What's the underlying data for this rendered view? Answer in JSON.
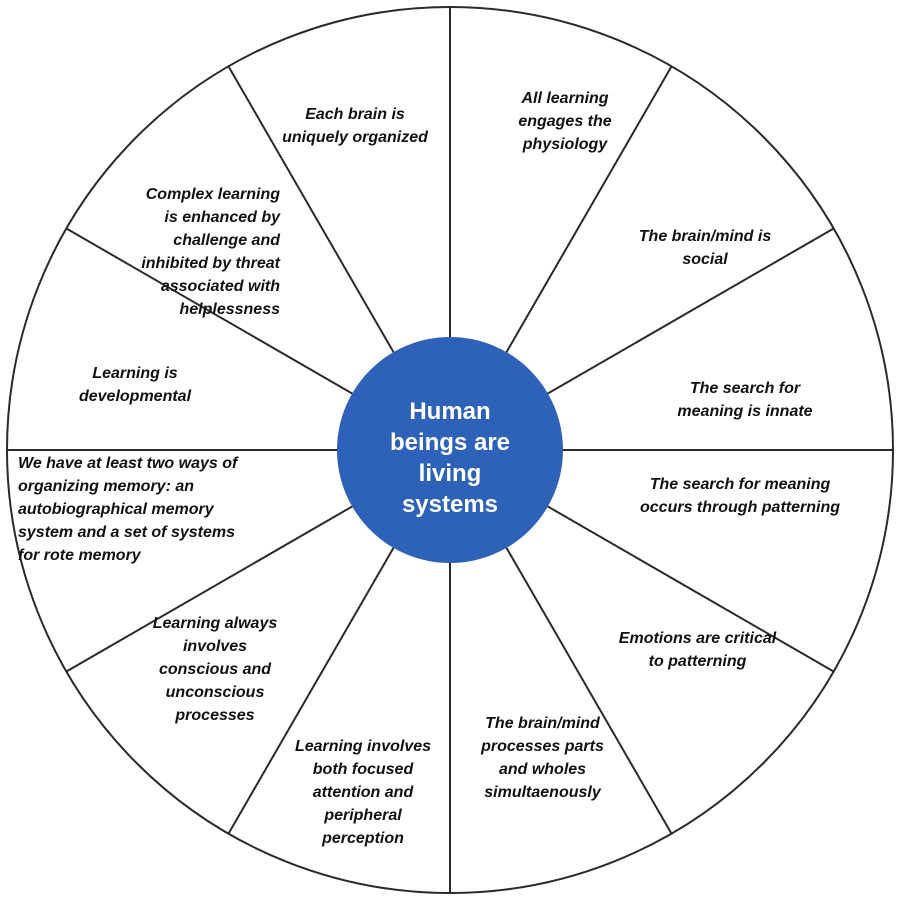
{
  "diagram": {
    "colors": {
      "outline": "#2a2a2a",
      "hub_fill": "#2e62b8",
      "hub_text": "#ffffff",
      "label_text": "#111111",
      "background": "#ffffff"
    },
    "center": {
      "text": "Human\nbeings are\nliving\nsystems"
    },
    "segments": [
      {
        "text": "Each brain is\nuniquely organized"
      },
      {
        "text": "All learning\nengages the\nphysiology"
      },
      {
        "text": "The brain/mind is\nsocial"
      },
      {
        "text": "The search for\nmeaning is innate"
      },
      {
        "text": "The search for meaning\noccurs through patterning"
      },
      {
        "text": "Emotions are critical\nto patterning"
      },
      {
        "text": "The brain/mind\nprocesses parts\nand wholes\nsimultaenously"
      },
      {
        "text": "Learning involves\nboth focused\nattention and\nperipheral\nperception"
      },
      {
        "text": "Learning always\ninvolves\nconscious and\nunconscious\nprocesses"
      },
      {
        "text": "We have at least two ways of\norganizing memory: an\nautobiographical memory\nsystem and a set of systems\nfor rote memory"
      },
      {
        "text": "Learning is\ndevelopmental"
      },
      {
        "text": "Complex learning\nis enhanced by\nchallenge and\ninhibited by threat\nassociated with\nhelplessness"
      }
    ]
  }
}
